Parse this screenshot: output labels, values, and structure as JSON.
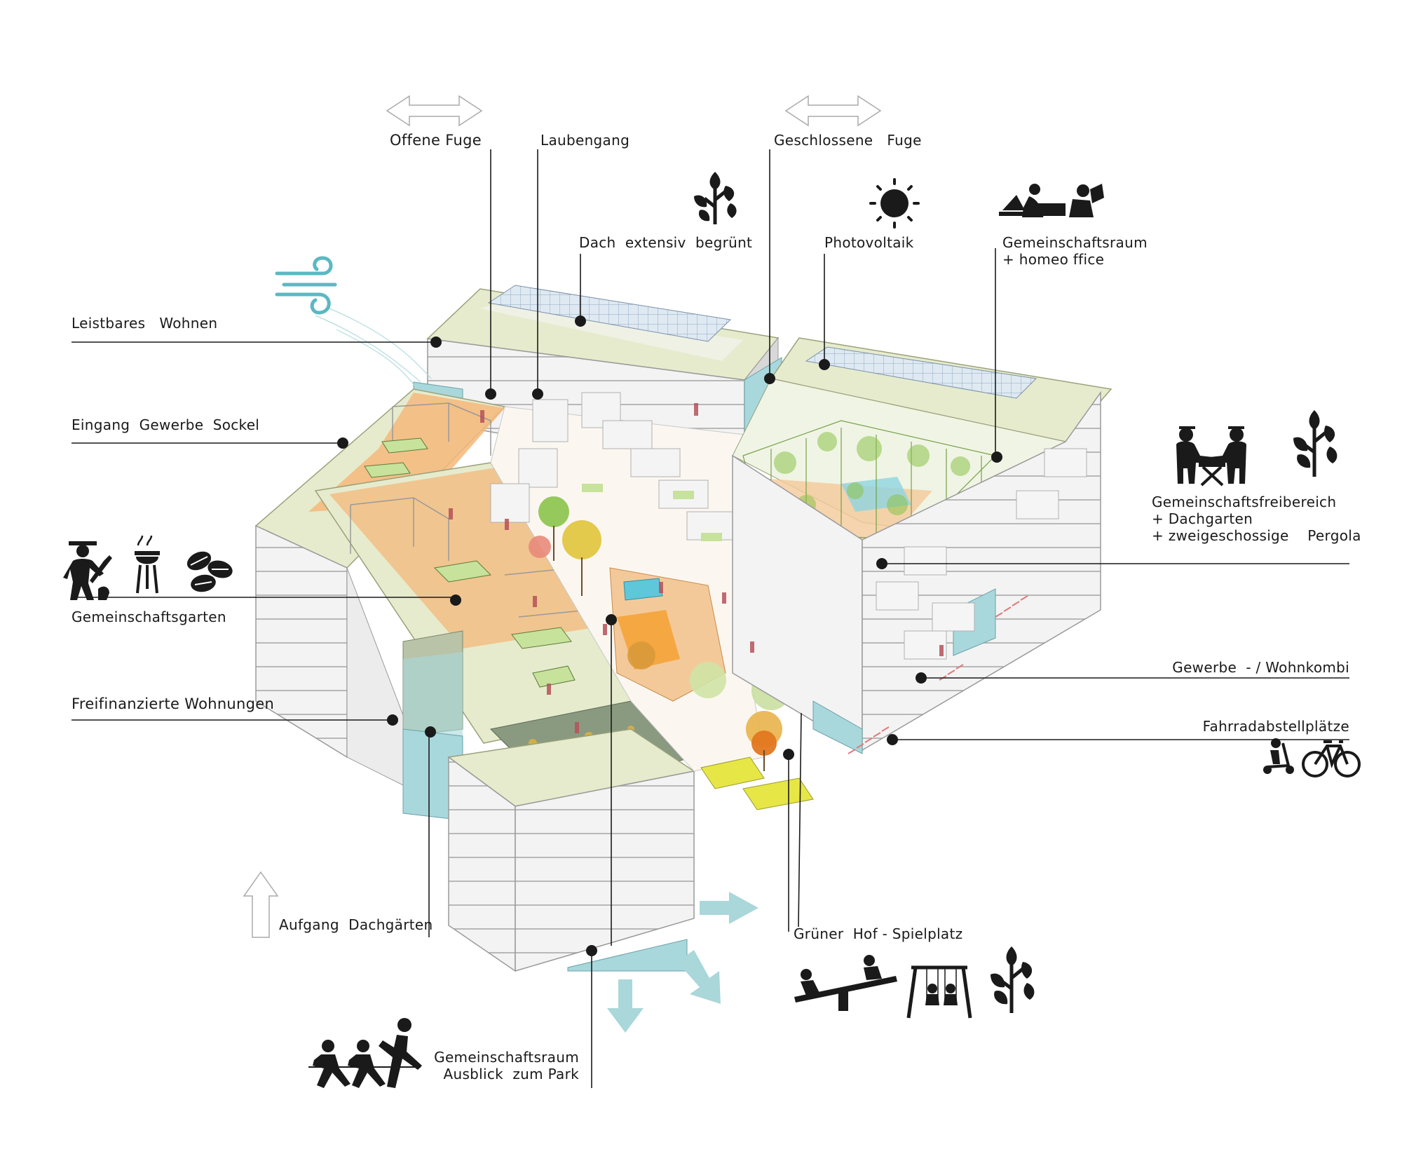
{
  "labels": {
    "offene_fuge": "Offene Fuge",
    "laubengang": "Laubengang",
    "geschlossene_fuge": "Geschlossene   Fuge",
    "dach_extensiv": "Dach  extensiv  begrünt",
    "photovoltaik": "Photovoltaik",
    "gemeinschaftsraum_home": "Gemeinschaftsraum\n+ homeo ffice",
    "leistbares_wohnen": "Leistbares   Wohnen",
    "eingang_gewerbe": "Eingang  Gewerbe  Sockel",
    "gemeinschaftsgarten": "Gemeinschaftsgarten",
    "freifinanzierte": "Freifinanzierte Wohnungen",
    "aufgang": "Aufgang  Dachgärten",
    "gemeinschaftsraum_park": "Gemeinschaftsraum\nAusblick  zum Park",
    "gruener_hof": "Grüner  Hof - Spielplatz",
    "gemeinschaftsfrei": "Gemeinschaftsfreibereich\n+ Dachgarten\n+ zweigeschossige    Pergola",
    "gewerbe_wohnkombi": "Gewerbe  - / Wohnkombi",
    "fahrrad": "Fahrradabstellplätze"
  },
  "icons": [
    "wind-icon",
    "tree-icon",
    "sun-icon",
    "laptop-reading-icon",
    "handshake-table-icon",
    "gardener-icon",
    "grill-icon",
    "seeds-icon",
    "scooter-icon",
    "bicycle-icon",
    "seesaw-icon",
    "swing-icon",
    "exercise-group-icon",
    "double-arrow-icon",
    "up-arrow-icon",
    "down-arrow-icon"
  ],
  "colors": {
    "roof_green": "#e6ebcd",
    "facade": "#f2f2f2",
    "glass": "#a8d8dc",
    "orange": "#f4b87a",
    "pv": "#d6e4f0",
    "arrow_teal": "#a9d7da",
    "figure_red": "#b5515a",
    "leader": "#1a1a1a"
  }
}
